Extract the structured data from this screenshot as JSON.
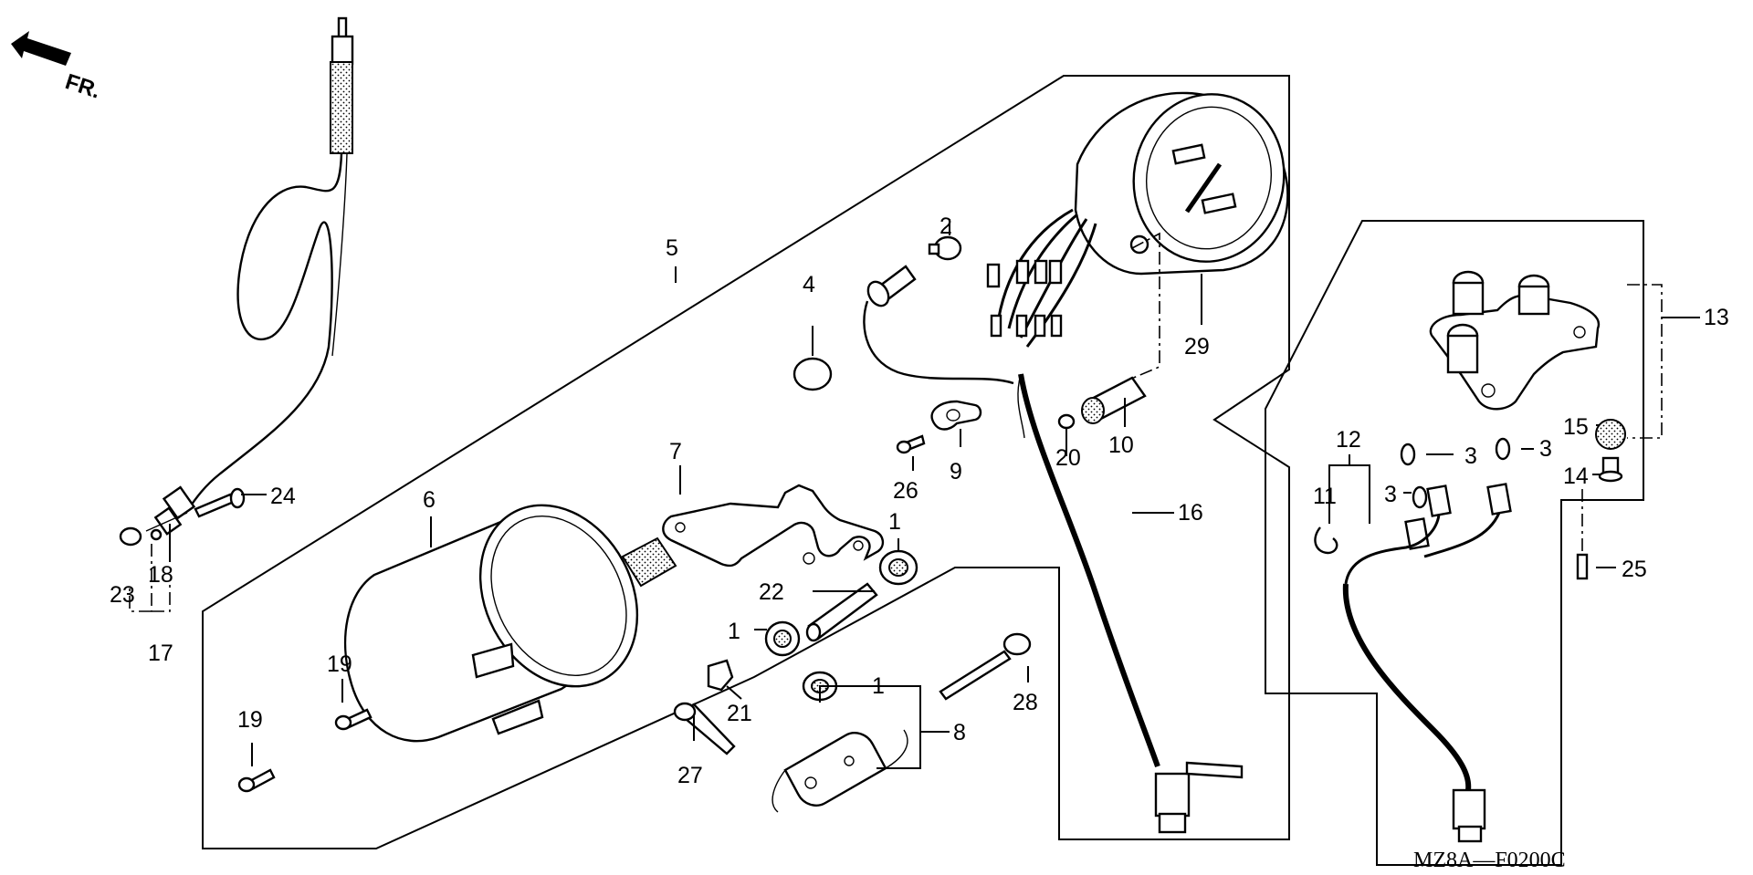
{
  "diagram": {
    "direction_label": "FR.",
    "figure_code": "MZ8A—F0200C",
    "callouts": {
      "c1a": "1",
      "c1b": "1",
      "c1c": "1",
      "c2": "2",
      "c3a": "3",
      "c3b": "3",
      "c3c": "3",
      "c4": "4",
      "c5": "5",
      "c6": "6",
      "c7": "7",
      "c8": "8",
      "c9": "9",
      "c10": "10",
      "c11": "11",
      "c12": "12",
      "c13": "13",
      "c14": "14",
      "c15": "15",
      "c16": "16",
      "c17": "17",
      "c18": "18",
      "c19a": "19",
      "c19b": "19",
      "c20": "20",
      "c21": "21",
      "c22": "22",
      "c23": "23",
      "c24": "24",
      "c25": "25",
      "c26": "26",
      "c27": "27",
      "c28": "28",
      "c29": "29"
    },
    "icons": {
      "direction": "arrow-front-icon"
    }
  }
}
